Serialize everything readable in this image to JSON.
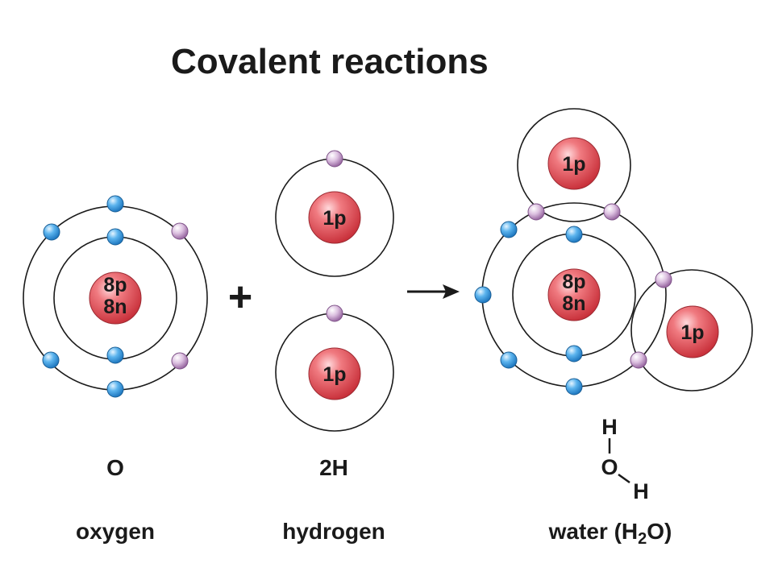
{
  "title": "Covalent reactions",
  "oxygen": {
    "nucleus_line1": "8p",
    "nucleus_line2": "8n",
    "symbol": "O",
    "name": "oxygen"
  },
  "plus_sign": "+",
  "hydrogen": {
    "nucleus_top": "1p",
    "nucleus_bottom": "1p",
    "symbol": "2H",
    "name": "hydrogen"
  },
  "arrow": "→",
  "water": {
    "nucleus_o_line1": "8p",
    "nucleus_o_line2": "8n",
    "nucleus_h_top": "1p",
    "nucleus_h_right": "1p",
    "formula": {
      "h_top": "H",
      "o": "O",
      "h_right": "H"
    },
    "name_prefix": "water (H",
    "name_subscript": "2",
    "name_suffix": "O)"
  },
  "colors": {
    "nucleus": "#e0474f",
    "oxygen_electron": "#3a9ee0",
    "hydrogen_electron": "#c9a3cf",
    "line": "#1a1a1a"
  }
}
